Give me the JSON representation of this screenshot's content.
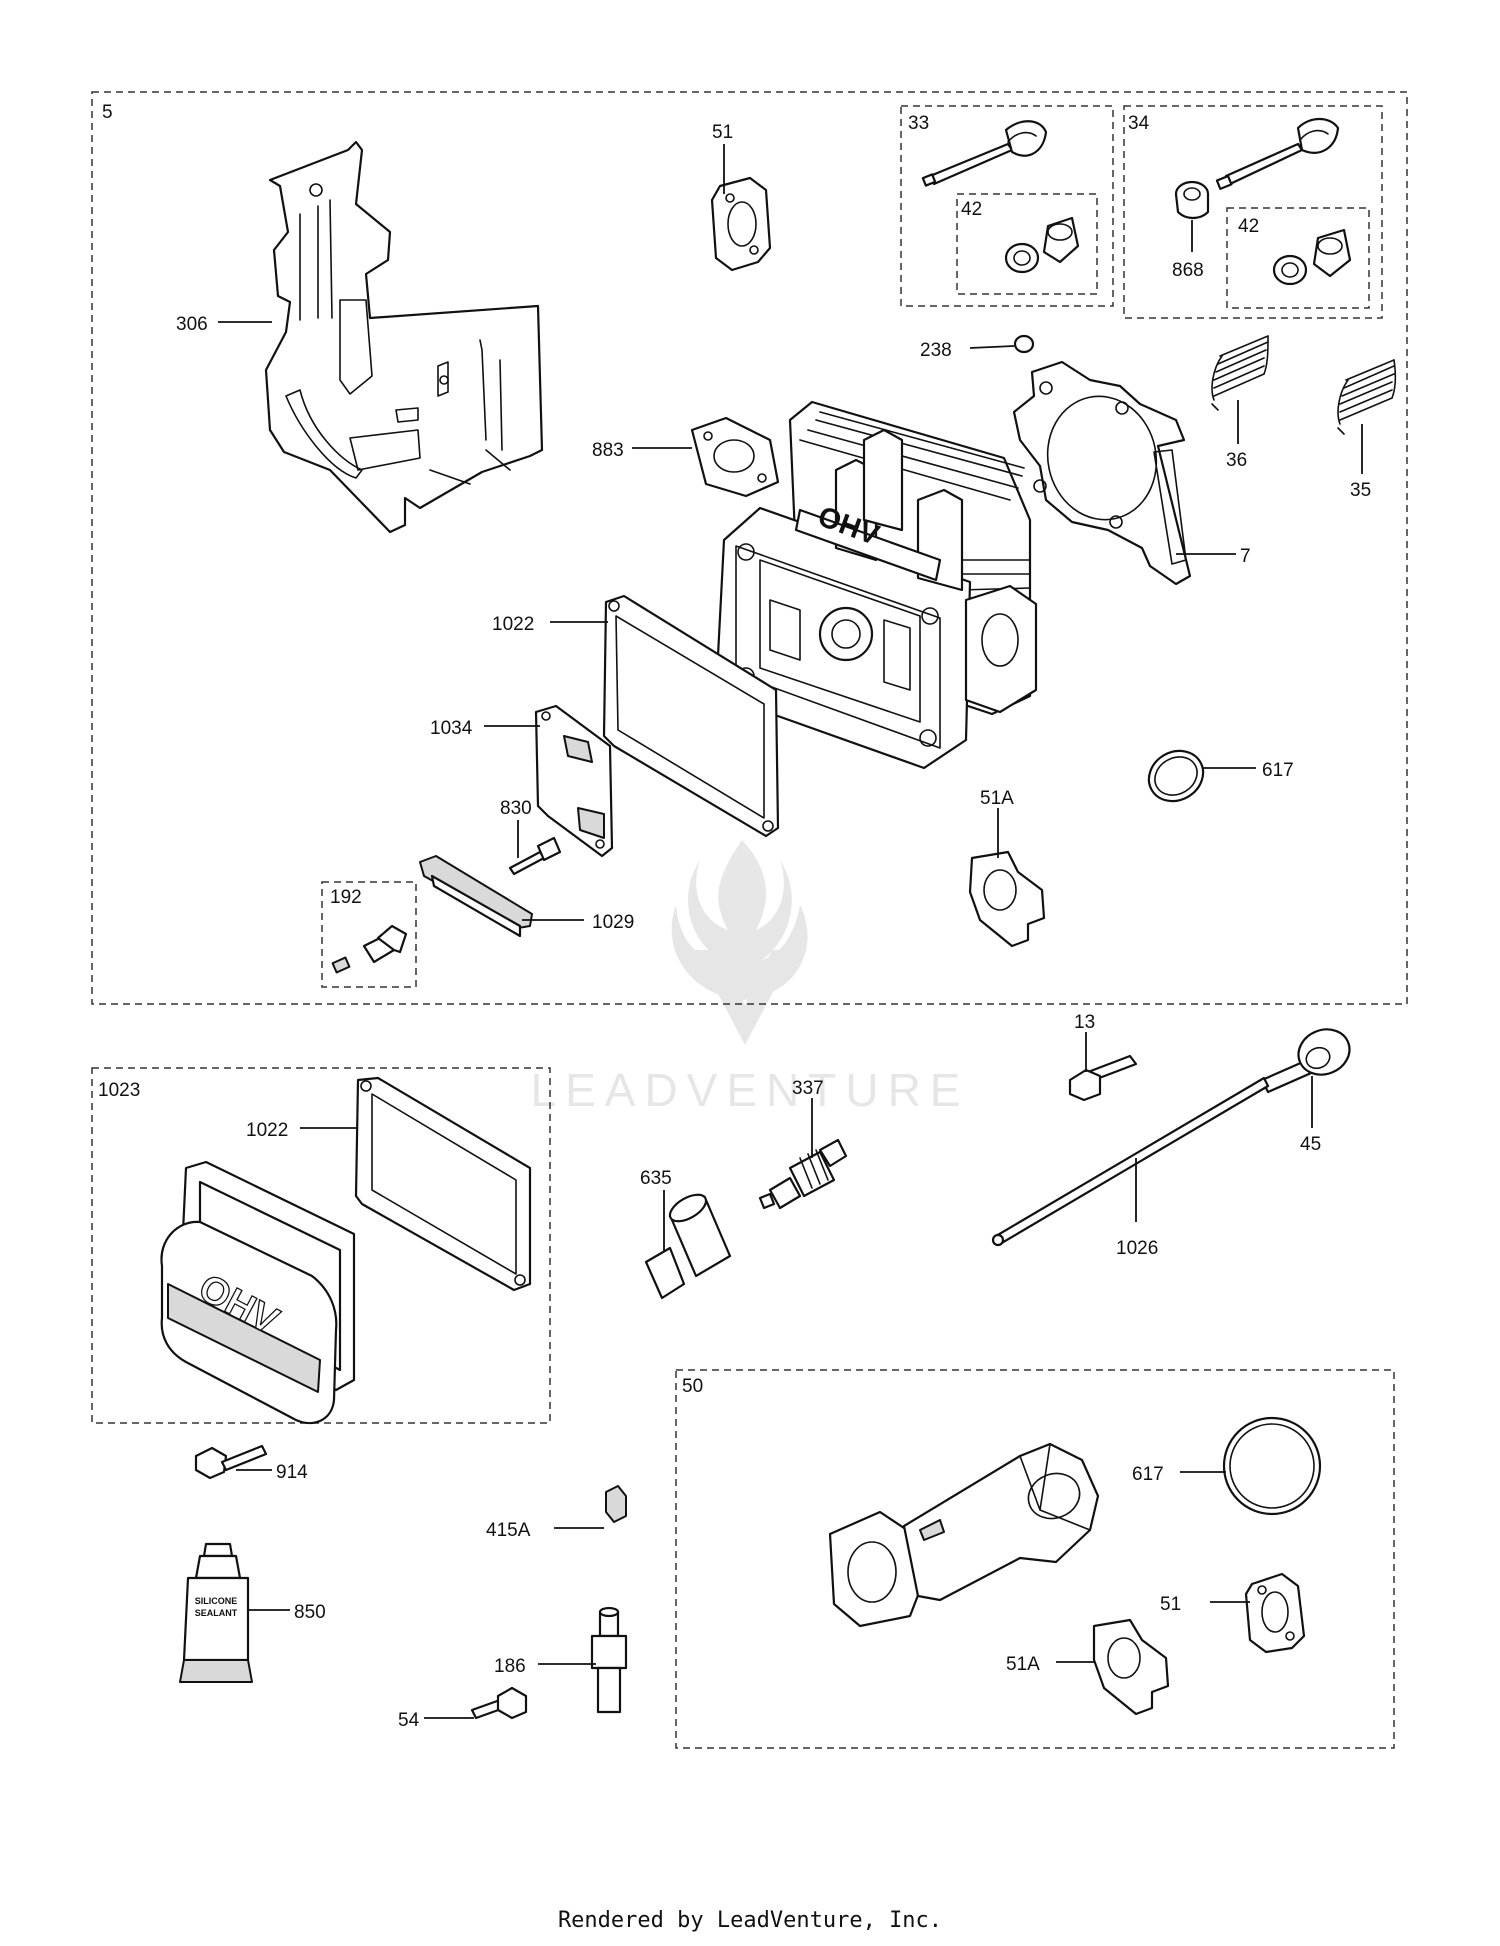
{
  "diagram": {
    "groups": [
      {
        "id": "g5",
        "label": "5"
      },
      {
        "id": "g33",
        "label": "33"
      },
      {
        "id": "g42a",
        "label": "42"
      },
      {
        "id": "g34",
        "label": "34"
      },
      {
        "id": "g42b",
        "label": "42"
      },
      {
        "id": "g192",
        "label": "192"
      },
      {
        "id": "g1023",
        "label": "1023"
      },
      {
        "id": "g50",
        "label": "50"
      }
    ],
    "callouts": [
      {
        "id": "p306",
        "label": "306"
      },
      {
        "id": "p51",
        "label": "51"
      },
      {
        "id": "p868",
        "label": "868"
      },
      {
        "id": "p238",
        "label": "238"
      },
      {
        "id": "p883",
        "label": "883"
      },
      {
        "id": "p36",
        "label": "36"
      },
      {
        "id": "p35",
        "label": "35"
      },
      {
        "id": "p7",
        "label": "7"
      },
      {
        "id": "p1022",
        "label": "1022"
      },
      {
        "id": "p1034",
        "label": "1034"
      },
      {
        "id": "p617",
        "label": "617"
      },
      {
        "id": "p51A",
        "label": "51A"
      },
      {
        "id": "p830",
        "label": "830"
      },
      {
        "id": "p1029",
        "label": "1029"
      },
      {
        "id": "p13",
        "label": "13"
      },
      {
        "id": "p337",
        "label": "337"
      },
      {
        "id": "p1022b",
        "label": "1022"
      },
      {
        "id": "p635",
        "label": "635"
      },
      {
        "id": "p45",
        "label": "45"
      },
      {
        "id": "p1026",
        "label": "1026"
      },
      {
        "id": "p914",
        "label": "914"
      },
      {
        "id": "p617b",
        "label": "617"
      },
      {
        "id": "p415A",
        "label": "415A"
      },
      {
        "id": "p850",
        "label": "850"
      },
      {
        "id": "p51b",
        "label": "51"
      },
      {
        "id": "p186",
        "label": "186"
      },
      {
        "id": "p51Ab",
        "label": "51A"
      },
      {
        "id": "p54",
        "label": "54"
      }
    ],
    "part_markings": {
      "head_logo": "OHV",
      "cover_logo": "OHV",
      "tube_text_1": "SILICONE",
      "tube_text_2": "SEALANT"
    },
    "watermark": "LEADVENTURE"
  },
  "footer": {
    "text": "Rendered by LeadVenture, Inc."
  }
}
